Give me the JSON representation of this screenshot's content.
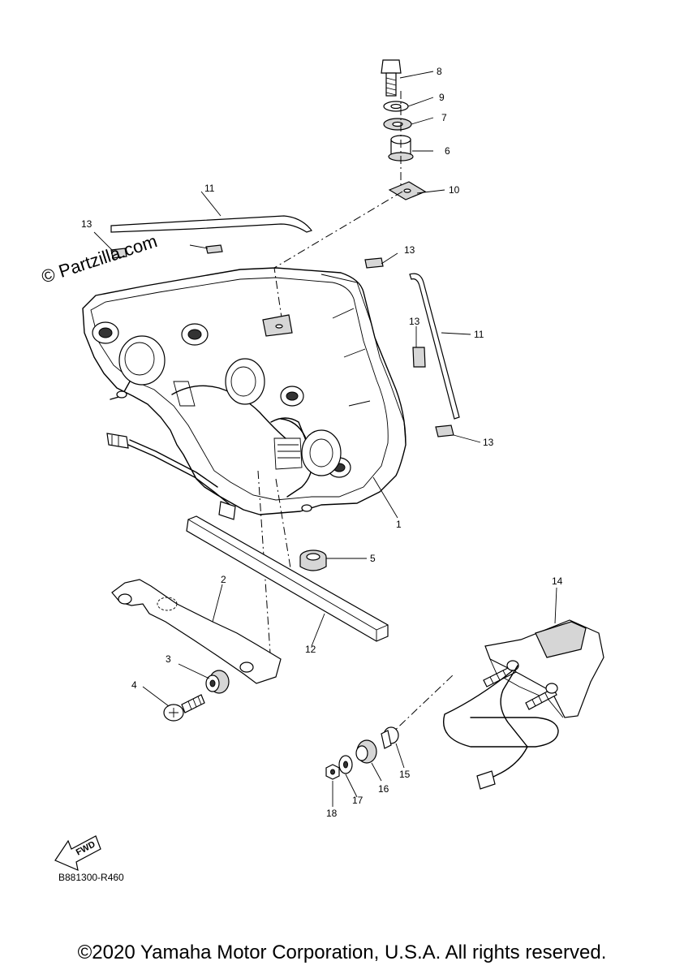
{
  "watermark": "© Partzilla.com",
  "diagram_code": "B881300-R460",
  "fwd_label": "FWD",
  "copyright": "©2020 Yamaha Motor Corporation, U.S.A. All rights reserved.",
  "callouts": [
    "1",
    "2",
    "3",
    "4",
    "5",
    "6",
    "7",
    "8",
    "9",
    "10",
    "11",
    "11",
    "12",
    "13",
    "13",
    "13",
    "13",
    "14",
    "15",
    "16",
    "17",
    "18"
  ]
}
